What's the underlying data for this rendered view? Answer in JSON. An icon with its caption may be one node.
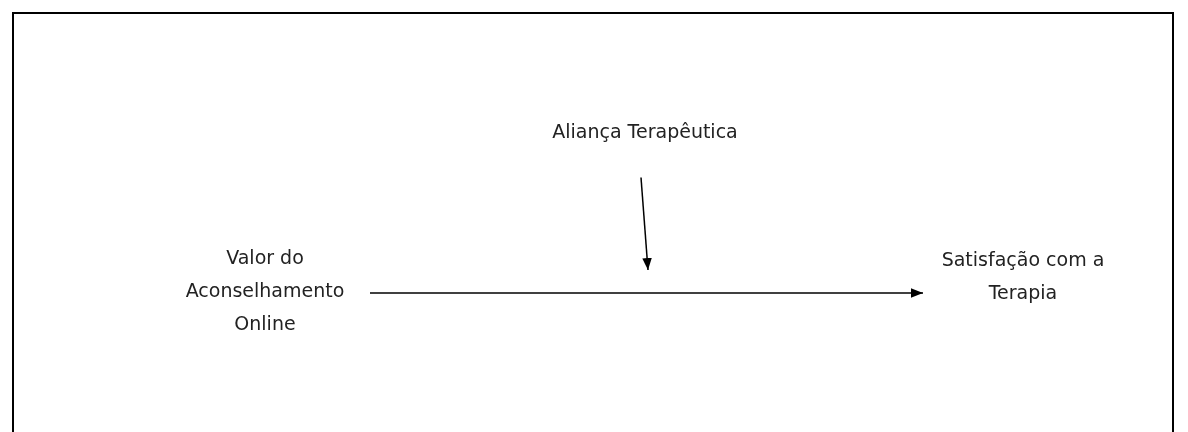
{
  "diagram": {
    "nodes": [
      {
        "text": [
          "Valor do Aconselhamento Online"
        ]
      },
      {
        "text": [
          "Aliança Terapêutica"
        ]
      },
      {
        "text": [
          "Satisfação com a Terapia"
        ]
      }
    ],
    "edges": [
      {
        "from": 0,
        "to": 2,
        "arrow": "to"
      },
      {
        "from": 1,
        "to": null,
        "arrow": "to"
      }
    ]
  }
}
